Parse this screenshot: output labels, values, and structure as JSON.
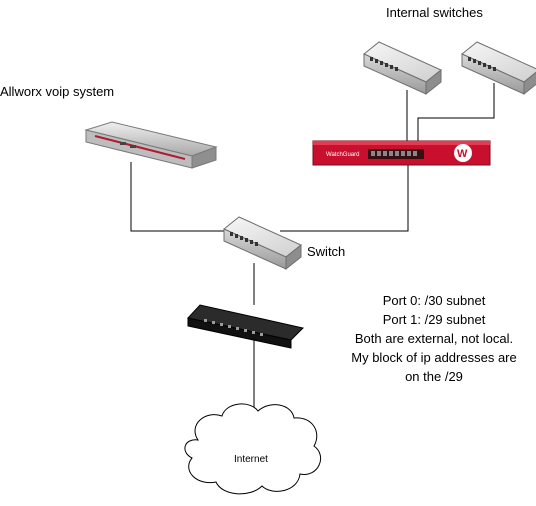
{
  "labels": {
    "internal_switches": "Internal switches",
    "voip_system": "Allworx voip system",
    "switch": "Switch",
    "internet": "Internet"
  },
  "note_lines": [
    "Port 0: /30 subnet",
    "Port 1: /29 subnet",
    "Both are external, not local.",
    "My block of ip addresses are",
    "on the /29"
  ],
  "colors": {
    "firewall_red": "#c8102e",
    "line": "#000000"
  },
  "icons": {
    "switch": "network-switch-icon",
    "firewall": "firewall-appliance-icon",
    "voip": "voip-appliance-icon",
    "router": "rack-router-icon",
    "internet": "cloud-icon"
  }
}
